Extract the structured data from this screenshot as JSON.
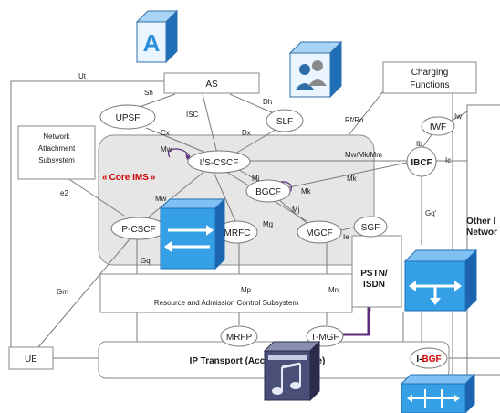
{
  "nodes": {
    "as_icon_letter": "A",
    "as": "AS",
    "charging_line1": "Charging",
    "charging_line2": "Functions",
    "upsf": "UPSF",
    "slf": "SLF",
    "nas_line1": "Network",
    "nas_line2": "Attachment",
    "nas_line3": "Subsystem",
    "core_ims": "Core IMS",
    "core_ims_left_mark": "«",
    "core_ims_right_mark": "»",
    "iscscf": "I/S-CSCF",
    "bgcf": "BGCF",
    "pcscf": "P-CSCF",
    "mrfc": "MRFC",
    "mgcf": "MGCF",
    "sgf": "SGF",
    "iwf": "IWF",
    "ibcf": "IBCF",
    "other_line1": "Other I",
    "other_line2": "Networ",
    "pstn_line1": "PSTN/",
    "pstn_line2": "ISDN",
    "racs": "Resource and Admission Control Subsystem",
    "mrfp": "MRFP",
    "tmgf": "T-MGF",
    "ue": "UE",
    "ip_transport": "IP Transport (Access and Core)",
    "ibgf_prefix": "I-",
    "ibgf_suffix": "BGF"
  },
  "interfaces": {
    "ut": "Ut",
    "sh": "Sh",
    "isc": "ISC",
    "dh": "Dh",
    "cx": "Cx",
    "dx": "Dx",
    "rf_ro": "Rf/Ro",
    "iw": "Iw",
    "ib": "Ib",
    "ic": "Ic",
    "mw_top": "Mw",
    "mw_mk_mm": "Mw/Mk/Mm",
    "mi": "Mi",
    "mk_top": "Mk",
    "mk_loop": "Mk",
    "mj": "Mj",
    "e2": "e2",
    "mw_left": "Mw",
    "mg": "Mg",
    "gq_left": "Gq'",
    "gq_right": "Gq'",
    "ie": "Ie",
    "gm": "Gm",
    "mp": "Mp",
    "mn": "Mn"
  },
  "colors": {
    "line": "#7a7a7a",
    "text": "#1a1a1a",
    "core_ims_label": "#cc0000",
    "ibcf_label": "#cc0000",
    "ibgf_label": "#cc0000",
    "core_panel_fill": "#e6e6e6",
    "icon_blue": "#2f8fdb",
    "icon_dark": "#4a4a6e",
    "purple_link": "#5a2a7a"
  },
  "icons": {
    "as_block": "application-server-cube-icon",
    "charging_block": "users-cube-icon",
    "pcscf_device": "router-arrows-icon",
    "pstn_switch": "switch-arrows-icon",
    "mrfp_device": "media-server-icon",
    "ibgf_device": "border-gateway-icon"
  }
}
